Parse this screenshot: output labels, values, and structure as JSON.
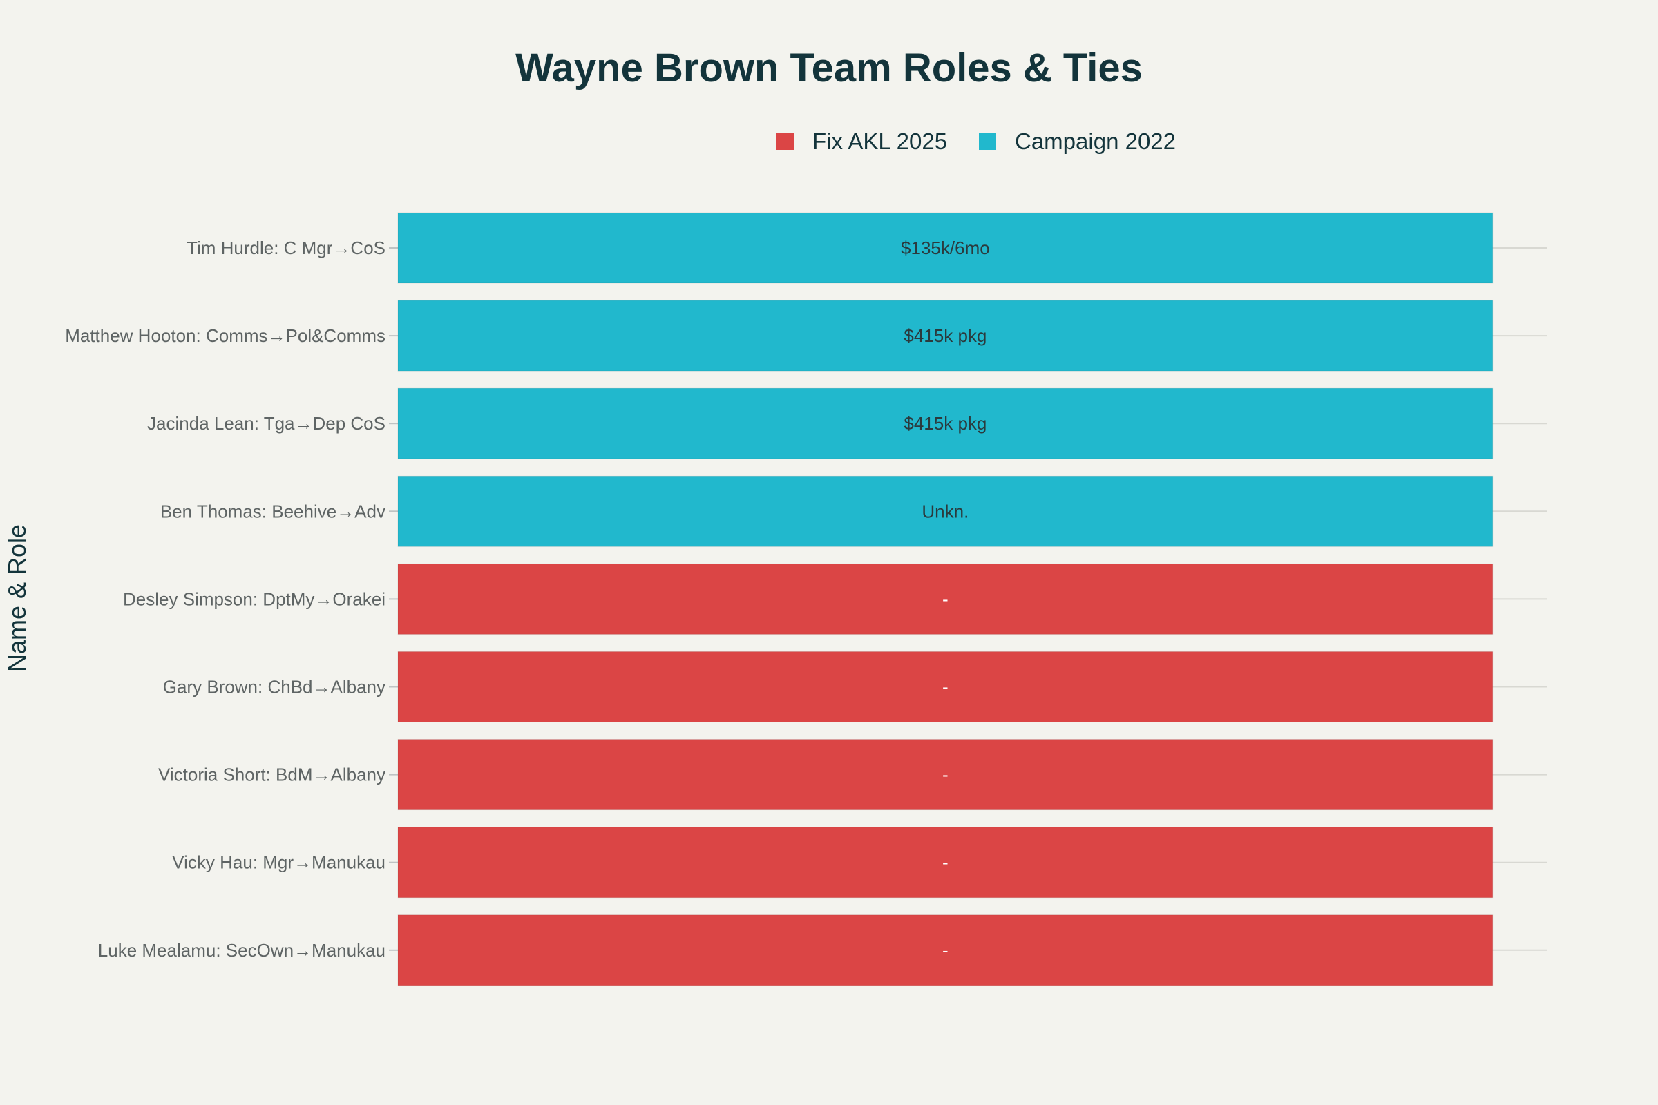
{
  "chart_data": {
    "type": "bar",
    "orientation": "horizontal",
    "title": "Wayne Brown Team Roles & Ties",
    "ylabel": "Name & Role",
    "xlabel": "",
    "legend_position": "top-center",
    "grid": true,
    "series": [
      {
        "name": "Fix AKL 2025",
        "color": "#db4545"
      },
      {
        "name": "Campaign 2022",
        "color": "#21b8cd"
      }
    ],
    "categories": [
      "Tim Hurdle: C Mgr→CoS",
      "Matthew Hooton: Comms→Pol&Comms",
      "Jacinda Lean: Tga→Dep CoS",
      "Ben Thomas: Beehive→Adv",
      "Desley Simpson: DptMy→Orakei",
      "Gary Brown: ChBd→Albany",
      "Victoria Short: BdM→Albany",
      "Vicky Hau: Mgr→Manukau",
      "Luke Mealamu: SecOwn→Manukau"
    ],
    "values": [
      1,
      1,
      1,
      1,
      1,
      1,
      1,
      1,
      1
    ],
    "groups": [
      "Campaign 2022",
      "Campaign 2022",
      "Campaign 2022",
      "Campaign 2022",
      "Fix AKL 2025",
      "Fix AKL 2025",
      "Fix AKL 2025",
      "Fix AKL 2025",
      "Fix AKL 2025"
    ],
    "bar_labels": [
      "$135k/6mo",
      "$415k pkg",
      "$415k pkg",
      "Unkn.",
      "-",
      "-",
      "-",
      "-",
      "-"
    ],
    "xlim": [
      0,
      1.05
    ]
  }
}
